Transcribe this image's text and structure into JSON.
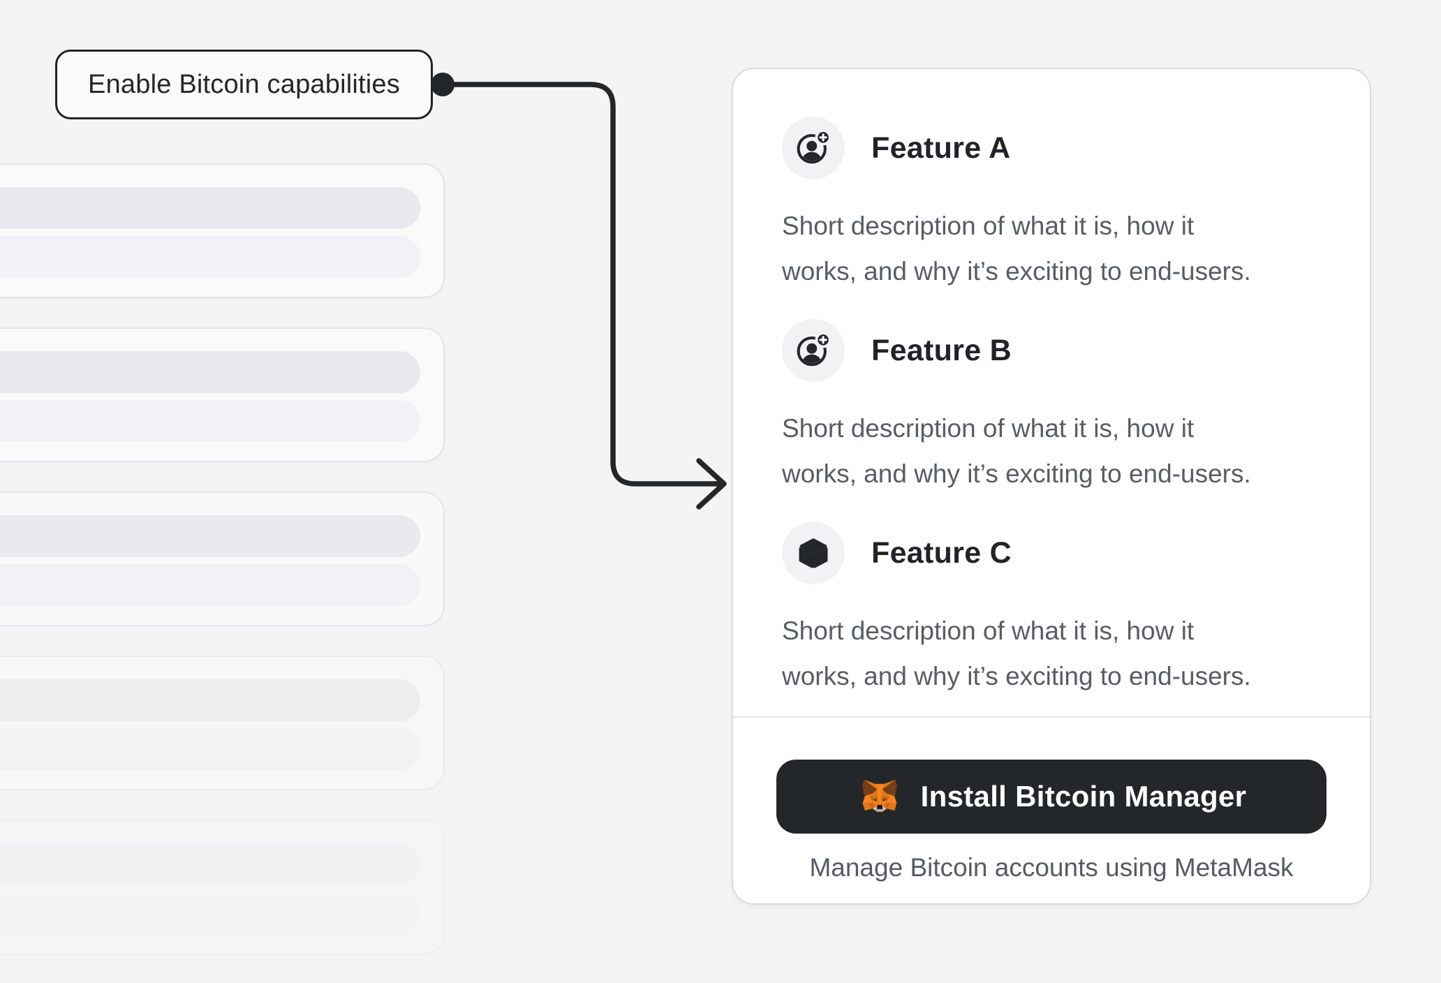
{
  "annotation": {
    "label": "Enable Bitcoin capabilities"
  },
  "panel": {
    "features": [
      {
        "title": "Feature A",
        "icon": "user-add-icon",
        "description_line1": "Short description of what it is, how it",
        "description_line2": "works, and why it’s exciting to end-users."
      },
      {
        "title": "Feature B",
        "icon": "user-add-icon",
        "description_line1": "Short description of what it is, how it",
        "description_line2": "works, and why it’s exciting to end-users."
      },
      {
        "title": "Feature C",
        "icon": "cube-icon",
        "description_line1": "Short description of what it is, how it",
        "description_line2": "works, and why it’s exciting to end-users."
      }
    ],
    "footer": {
      "button_label": "Install Bitcoin Manager",
      "button_icon": "metamask-fox-icon",
      "caption": "Manage Bitcoin accounts using MetaMask"
    }
  },
  "colors": {
    "page_bg": "#f4f4f5",
    "ink": "#24272a",
    "muted_text": "#575d65",
    "card_bg": "#ffffff",
    "card_border": "#d9dbdf",
    "divider": "#e2e4e7",
    "icon_circle_bg": "#f1f2f4",
    "button_bg": "#24272a",
    "button_text": "#ffffff",
    "skeleton_bar_dark": "#e8e9ed",
    "skeleton_bar_light": "#f1f2f5",
    "metamask_orange": "#f6851b"
  }
}
